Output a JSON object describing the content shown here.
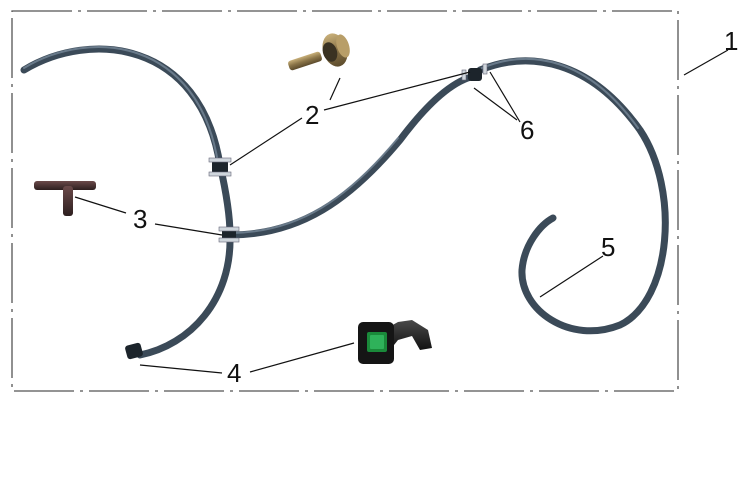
{
  "callouts": [
    {
      "id": "1",
      "label": "1"
    },
    {
      "id": "2",
      "label": "2"
    },
    {
      "id": "3",
      "label": "3"
    },
    {
      "id": "4",
      "label": "4"
    },
    {
      "id": "5",
      "label": "5"
    },
    {
      "id": "6",
      "label": "6"
    }
  ],
  "colors": {
    "hose": "#3b4a58",
    "frame": "#555555",
    "connector_green": "#1a8a3a"
  }
}
